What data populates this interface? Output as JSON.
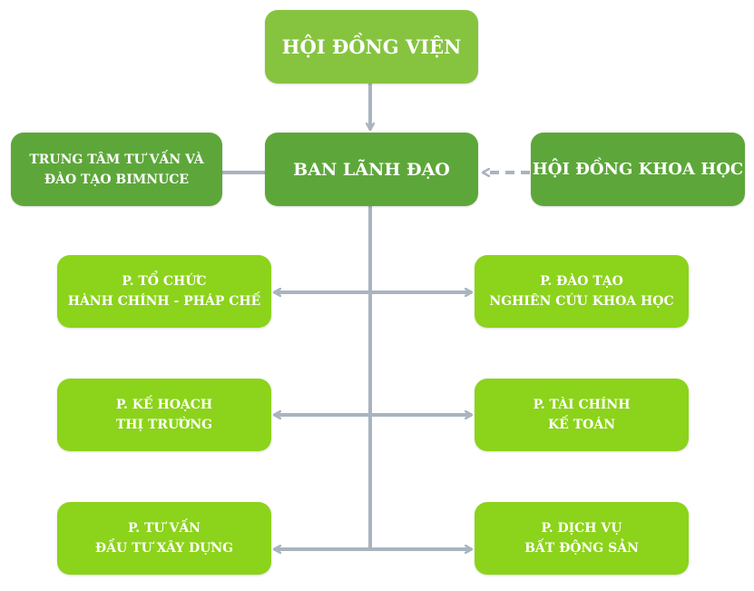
{
  "colors": {
    "top_box": "#86c440",
    "side_box": "#5da73a",
    "dept_box": "#8cd31b",
    "connector": "#a9b4bf",
    "text": "#ffffff"
  },
  "nodes": {
    "hoi_dong_vien": "HỘI ĐỒNG VIỆN",
    "ban_lanh_dao": "BAN LÃNH ĐẠO",
    "trung_tam": "TRUNG TÂM TƯ VẤN VÀ\nĐÀO TẠO BIMNUCE",
    "hoi_dong_khoa_hoc": "HỘI ĐỒNG KHOA HỌC",
    "p_to_chuc": "P. TỔ CHỨC\nHÀNH CHÍNH - PHÁP CHẾ",
    "p_dao_tao": "P. ĐÀO TẠO\nNGHIÊN CỨU KHOA HỌC",
    "p_ke_hoach": "P. KẾ HOẠCH\nTHỊ TRƯỜNG",
    "p_tai_chinh": "P. TÀI CHÍNH\nKẾ TOÁN",
    "p_tu_van": "P. TƯ VẤN\nĐẦU TƯ XÂY DỰNG",
    "p_dich_vu": "P. DỊCH VỤ\nBẤT ĐỘNG SẢN"
  }
}
